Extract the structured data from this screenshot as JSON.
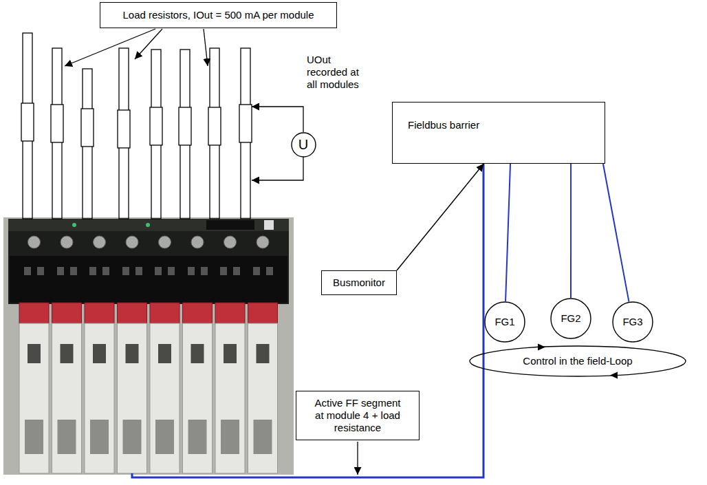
{
  "diagram": {
    "nodes": [
      {
        "text": [
          "Load resistors, IOut = 500 mA per module"
        ]
      },
      {
        "text": [
          "U"
        ]
      },
      {
        "text": [
          "Fieldbus barrier"
        ]
      },
      {
        "text": [
          "Busmonitor"
        ]
      },
      {
        "text": [
          "FG1"
        ]
      },
      {
        "text": [
          "FG2"
        ]
      },
      {
        "text": [
          "FG3"
        ]
      },
      {
        "text": [
          "Control in the field-Loop"
        ]
      },
      {
        "text": [
          "Active FF segment at module 4 + load resistance"
        ]
      }
    ],
    "edges": [
      {
        "from": 3,
        "to": 2,
        "arrow": "to"
      },
      {
        "from": 2,
        "to": 4,
        "arrow": "none"
      },
      {
        "from": 2,
        "to": 5,
        "arrow": "none"
      },
      {
        "from": 2,
        "to": 6,
        "arrow": "none"
      }
    ],
    "labels": [
      "UOut recorded at all modules"
    ]
  }
}
